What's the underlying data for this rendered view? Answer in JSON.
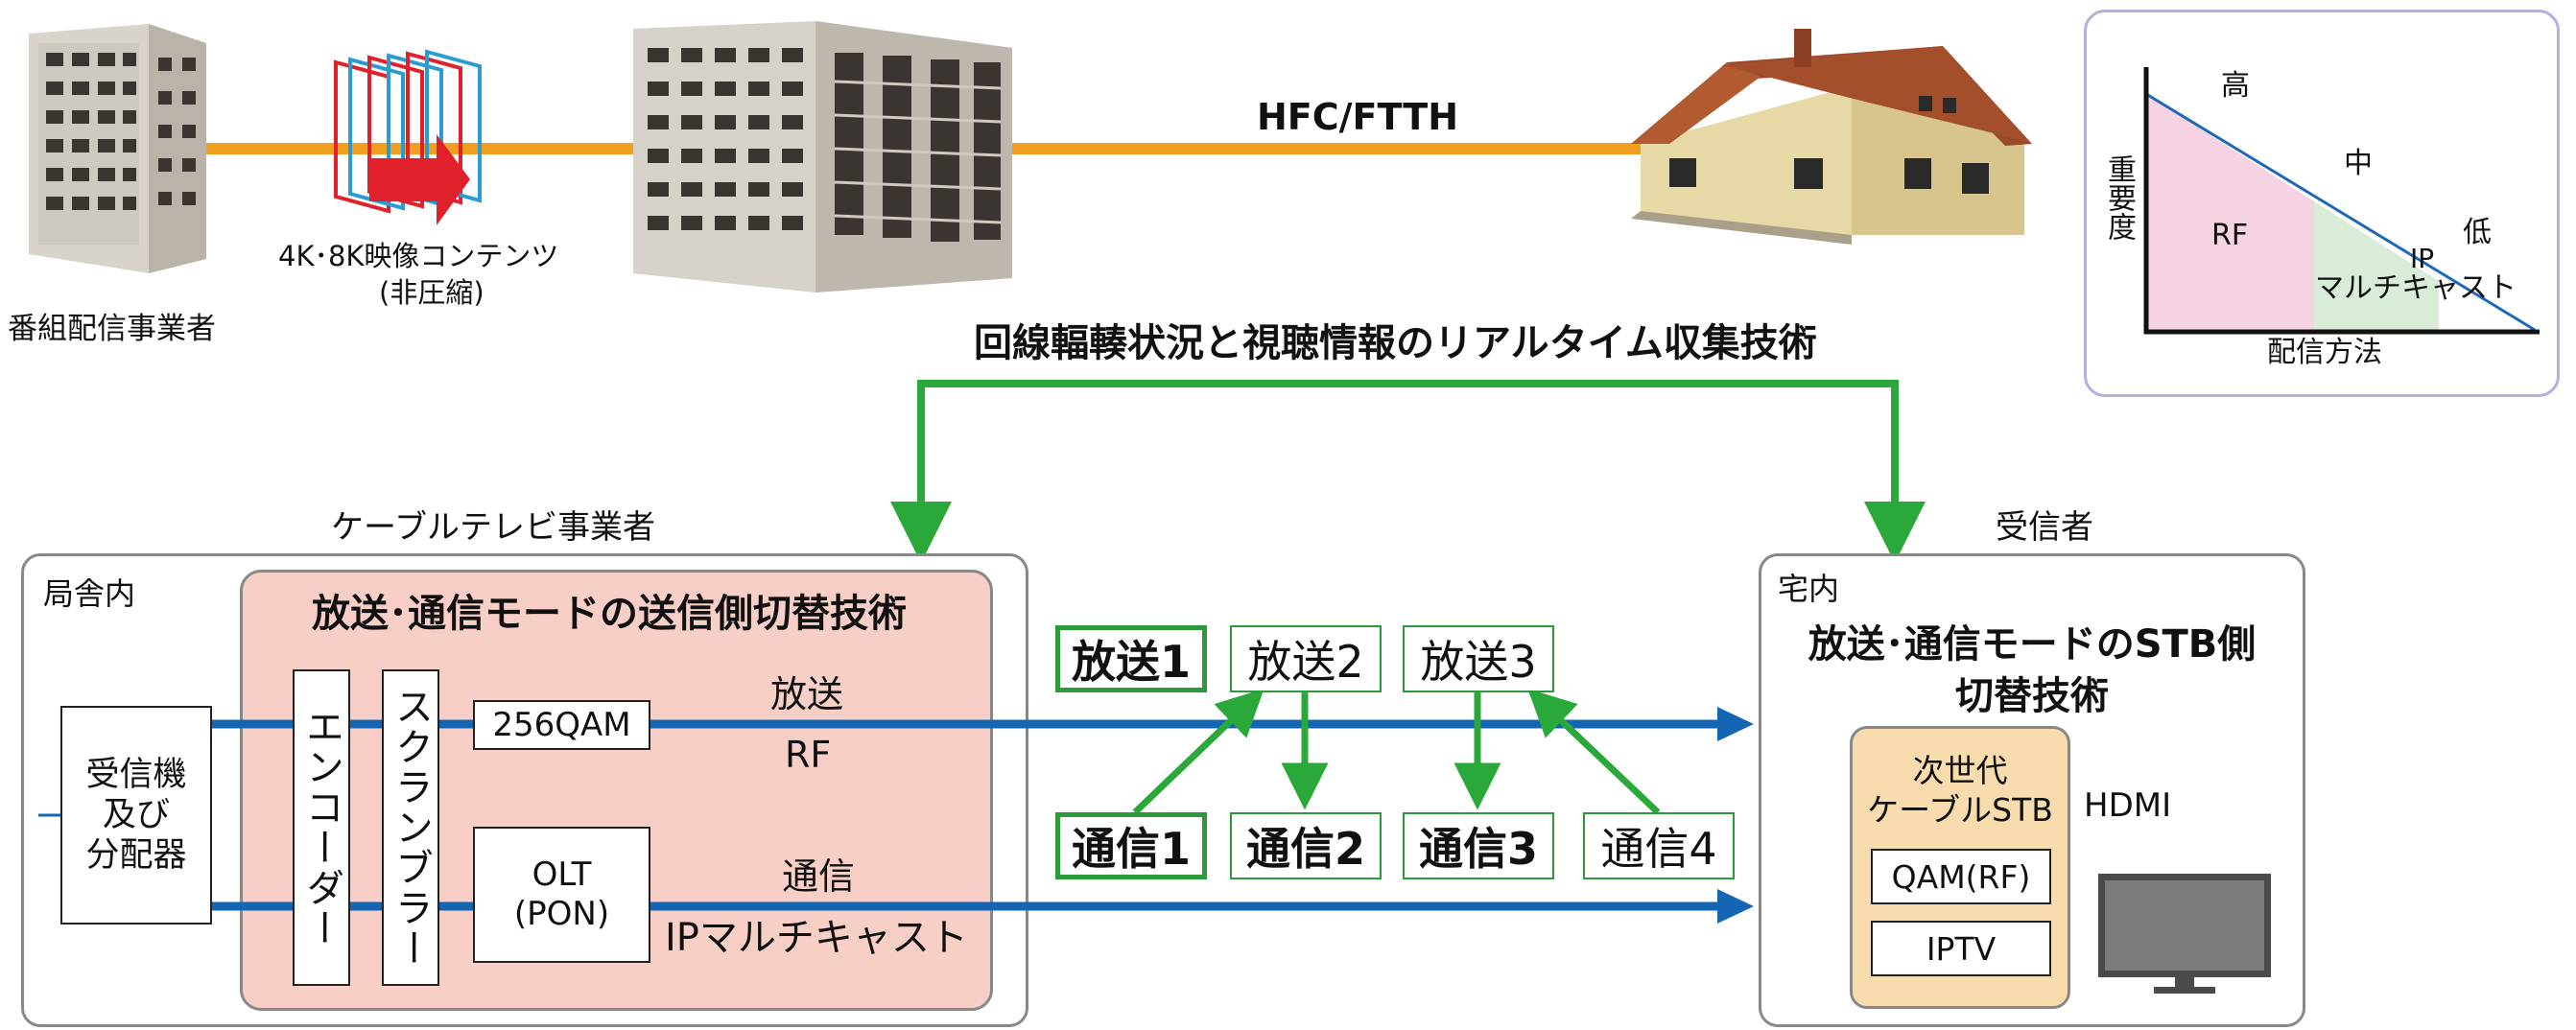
{
  "top": {
    "provider_label": "番組配信事業者",
    "content_label_line1": "4K･8K映像コンテンツ",
    "content_label_line2": "(非圧縮)",
    "link_label": "HFC/FTTH",
    "realtime_label": "回線輻輳状況と視聴情報のリアルタイム収集技術"
  },
  "inset_chart": {
    "ylabel": "重要度",
    "xlabel": "配信方法",
    "high": "高",
    "mid": "中",
    "low": "低",
    "rf": "RF",
    "ip_line1": "IP",
    "ip_line2": "マルチキャスト"
  },
  "cable": {
    "title": "ケーブルテレビ事業者",
    "station_label": "局舎内",
    "switch_title": "放送･通信モードの送信側切替技術",
    "receiver_line1": "受信機",
    "receiver_line2": "及び",
    "receiver_line3": "分配器",
    "encoder": "エンコーダー",
    "scrambler": "スクランブラー",
    "qam": "256QAM",
    "olt_line1": "OLT",
    "olt_line2": "(PON)",
    "broadcast_label": "放送",
    "rf_label": "RF",
    "comm_label": "通信",
    "ipmc_label": "IPマルチキャスト"
  },
  "steps": {
    "b1": "放送1",
    "b2": "放送2",
    "b3": "放送3",
    "c1": "通信1",
    "c2": "通信2",
    "c3": "通信3",
    "c4": "通信4"
  },
  "receiver": {
    "title": "受信者",
    "home_label": "宅内",
    "stb_title_line1": "放送･通信モードのSTB側",
    "stb_title_line2": "切替技術",
    "stb_line1": "次世代",
    "stb_line2": "ケーブルSTB",
    "qam_rf": "QAM(RF)",
    "iptv": "IPTV",
    "hdmi": "HDMI"
  },
  "colors": {
    "orange_line": "#f0a01e",
    "blue_line": "#1565b5",
    "green": "#2aa83a",
    "pink_panel": "#f7cfc7",
    "stb_panel": "#f9dcae"
  }
}
